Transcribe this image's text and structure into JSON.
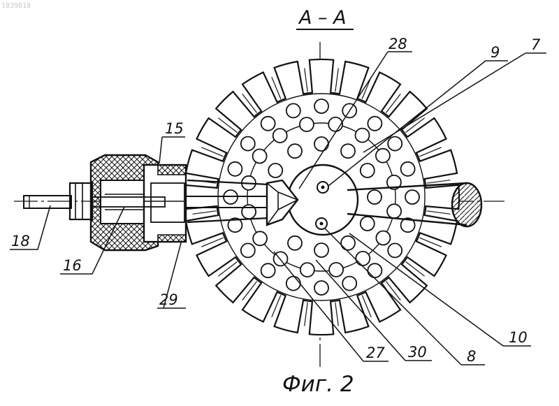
{
  "watermark": "1839818",
  "section_label": "A – A",
  "figure_caption": "Фиг. 2",
  "labels": {
    "l28": "28",
    "l9": "9",
    "l7": "7",
    "l15": "15",
    "l18": "18",
    "l16": "16",
    "l29": "29",
    "l27": "27",
    "l30": "30",
    "l8": "8",
    "l10": "10"
  }
}
